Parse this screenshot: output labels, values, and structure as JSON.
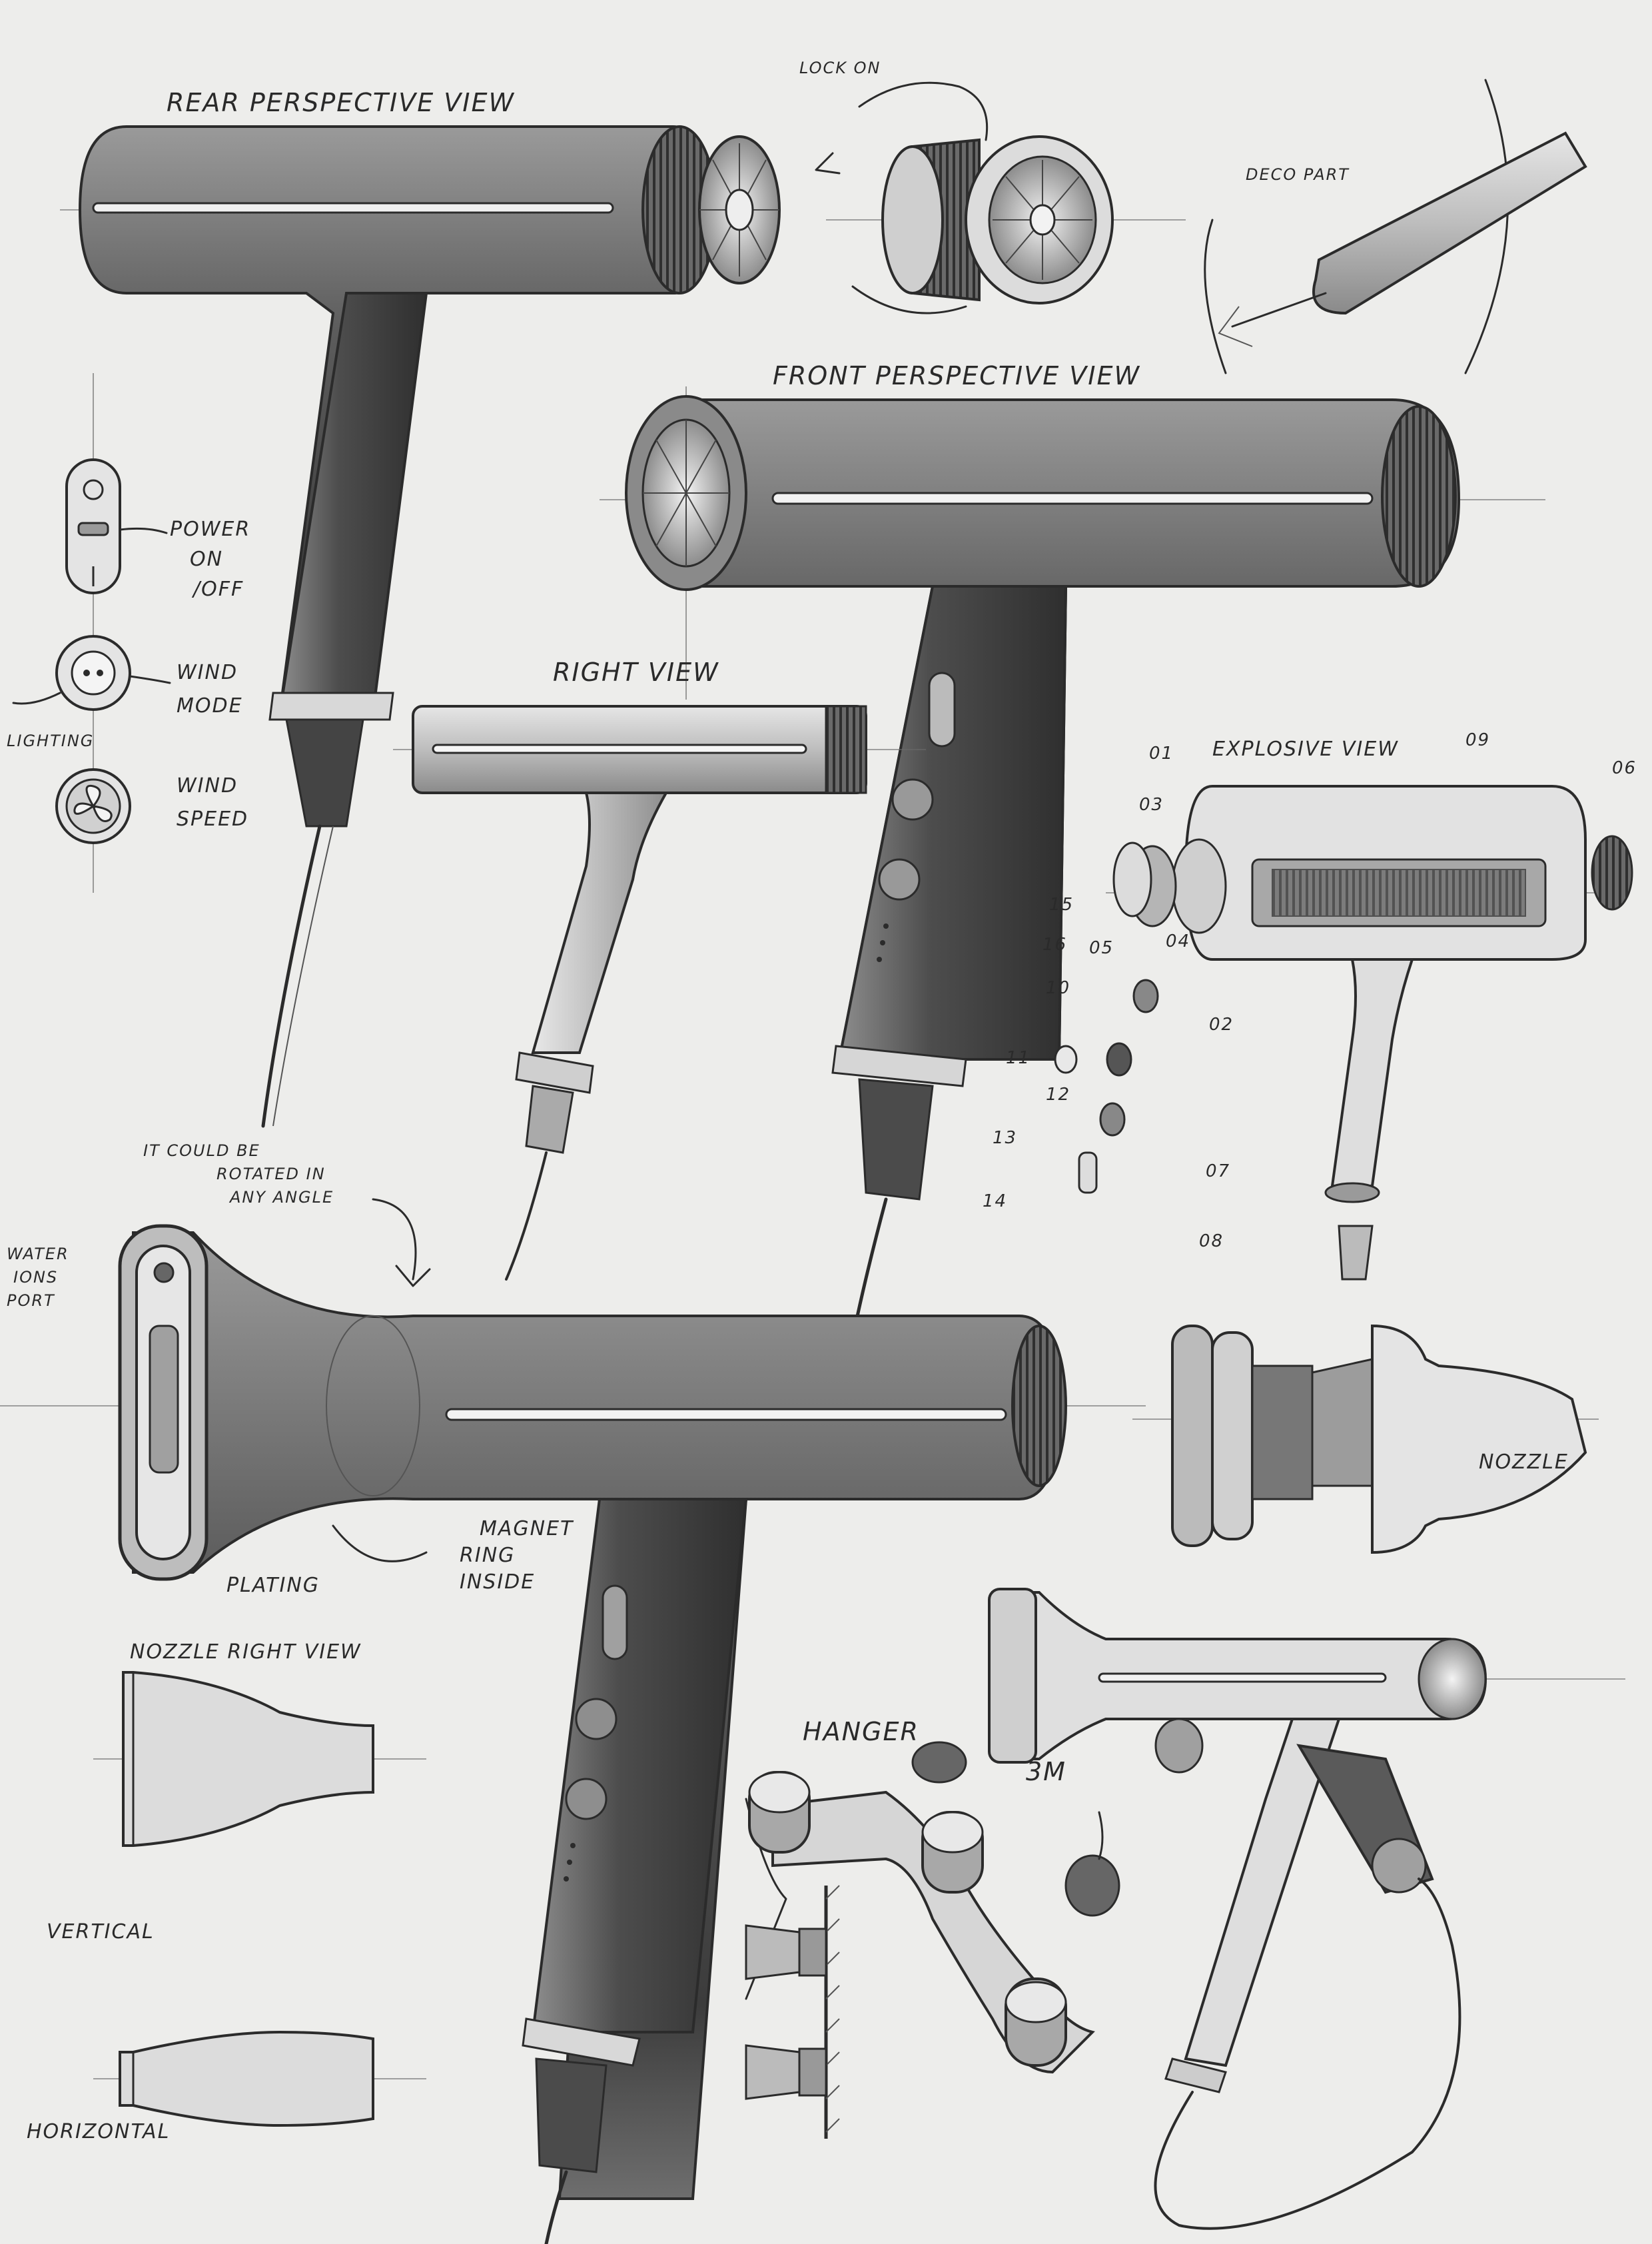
{
  "labels": {
    "rear_view": "REAR PERSPECTIVE VIEW",
    "lock_on": "LOCK ON",
    "deco_part": "DECO PART",
    "front_view": "FRONT PERSPECTIVE VIEW",
    "power": "POWER",
    "on_off": "ON",
    "off": "/OFF",
    "wind_mode_1": "WIND",
    "wind_mode_2": "MODE",
    "lighting": "LIGHTING",
    "wind_speed_1": "WIND",
    "wind_speed_2": "SPEED",
    "right_view": "RIGHT VIEW",
    "explosive_view": "EXPLOSIVE VIEW",
    "rotate_1": "IT COULD BE",
    "rotate_2": "ROTATED IN",
    "rotate_3": "ANY ANGLE",
    "water_1": "WATER",
    "water_2": "IONS",
    "water_3": "PORT",
    "plating": "PLATING",
    "magnet_1": "MAGNET",
    "magnet_2": "RING",
    "magnet_3": "INSIDE",
    "nozzle": "NOZZLE",
    "nozzle_right_view": "NOZZLE RIGHT VIEW",
    "vertical": "VERTICAL",
    "horizontal": "HORIZONTAL",
    "hanger": "HANGER",
    "three_m": "3M"
  },
  "part_numbers": {
    "p01": "01",
    "p02": "02",
    "p03": "03",
    "p04": "04",
    "p05": "05",
    "p06": "06",
    "p07": "07",
    "p08": "08",
    "p09": "09",
    "p10": "10",
    "p11": "11",
    "p12": "12",
    "p13": "13",
    "p14": "14",
    "p15": "15",
    "p16": "16"
  },
  "colors": {
    "paper": "#ededeb",
    "ink": "#2b2b2b",
    "body_dark": "#4a4a4a",
    "body_mid": "#7d7d7d",
    "highlight": "#f2f2f2"
  }
}
